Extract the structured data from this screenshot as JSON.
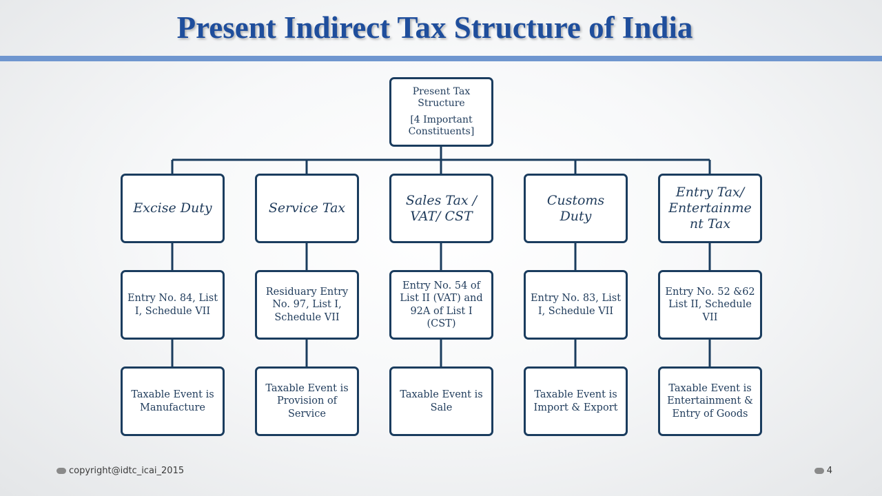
{
  "title": "Present Indirect Tax Structure of India",
  "root": {
    "line1": "Present Tax Structure",
    "line2": "[4 Important Constituents]"
  },
  "columns": [
    {
      "head": "Excise Duty",
      "entry": "Entry No. 84, List I, Schedule VII",
      "event": "Taxable Event is Manufacture"
    },
    {
      "head": "Service Tax",
      "entry": "Residuary Entry No. 97, List I, Schedule VII",
      "event": "Taxable Event is Provision of Service"
    },
    {
      "head": "Sales Tax / VAT/ CST",
      "entry": "Entry No. 54 of List II (VAT) and 92A of List I (CST)",
      "event": "Taxable Event is Sale"
    },
    {
      "head": "Customs Duty",
      "entry": "Entry No. 83, List I, Schedule VII",
      "event": "Taxable Event is Import & Export"
    },
    {
      "head": "Entry Tax/ Entertainme nt Tax",
      "entry": "Entry No. 52 &62 List II, Schedule VII",
      "event": "Taxable Event is Entertainment & Entry of Goods"
    }
  ],
  "footer": {
    "copyright": "copyright@idtc_icai_2015",
    "page_number": "4"
  },
  "colors": {
    "title": "#1f4e9c",
    "rule": "#6f96cf",
    "box_border": "#1a3c5e",
    "text": "#1f3b5b"
  }
}
